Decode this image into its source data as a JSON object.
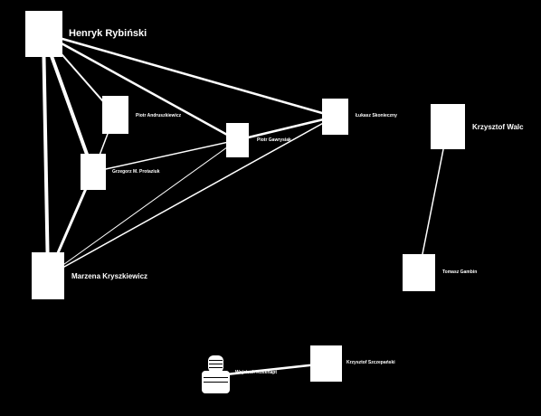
{
  "colors": {
    "background": "#000000",
    "node": "#ffffff",
    "edge": "#ffffff",
    "text": "#ffffff"
  },
  "nodes": [
    {
      "id": "henryk",
      "label": "Henryk Rybiński",
      "shape": "rect"
    },
    {
      "id": "piotr_a",
      "label": "Piotr Andruszkiewicz",
      "shape": "rect"
    },
    {
      "id": "piotr_g",
      "label": "Piotr Gawrysiak",
      "shape": "rect"
    },
    {
      "id": "grzegorz",
      "label": "Grzegorz M. Protaziuk",
      "shape": "rect"
    },
    {
      "id": "marzena",
      "label": "Marzena Kryszkiewicz",
      "shape": "rect"
    },
    {
      "id": "lukasz",
      "label": "Łukasz Skonieczny",
      "shape": "rect"
    },
    {
      "id": "krzysztof_w",
      "label": "Krzysztof Walc",
      "shape": "rect"
    },
    {
      "id": "tomasz",
      "label": "Tomasz Gambin",
      "shape": "rect"
    },
    {
      "id": "krzysztof_s",
      "label": "Krzysztof Szczepański",
      "shape": "rect"
    },
    {
      "id": "wojciech",
      "label": "Wojciech Rosenapt",
      "shape": "person",
      "icon": "person-icon"
    }
  ],
  "edges": [
    [
      "henryk",
      "marzena"
    ],
    [
      "henryk",
      "grzegorz"
    ],
    [
      "henryk",
      "piotr_a"
    ],
    [
      "henryk",
      "piotr_g"
    ],
    [
      "henryk",
      "lukasz"
    ],
    [
      "grzegorz",
      "marzena"
    ],
    [
      "grzegorz",
      "piotr_a"
    ],
    [
      "grzegorz",
      "piotr_g"
    ],
    [
      "marzena",
      "piotr_g"
    ],
    [
      "marzena",
      "lukasz"
    ],
    [
      "piotr_g",
      "lukasz"
    ],
    [
      "krzysztof_w",
      "tomasz"
    ],
    [
      "wojciech",
      "krzysztof_s"
    ]
  ]
}
